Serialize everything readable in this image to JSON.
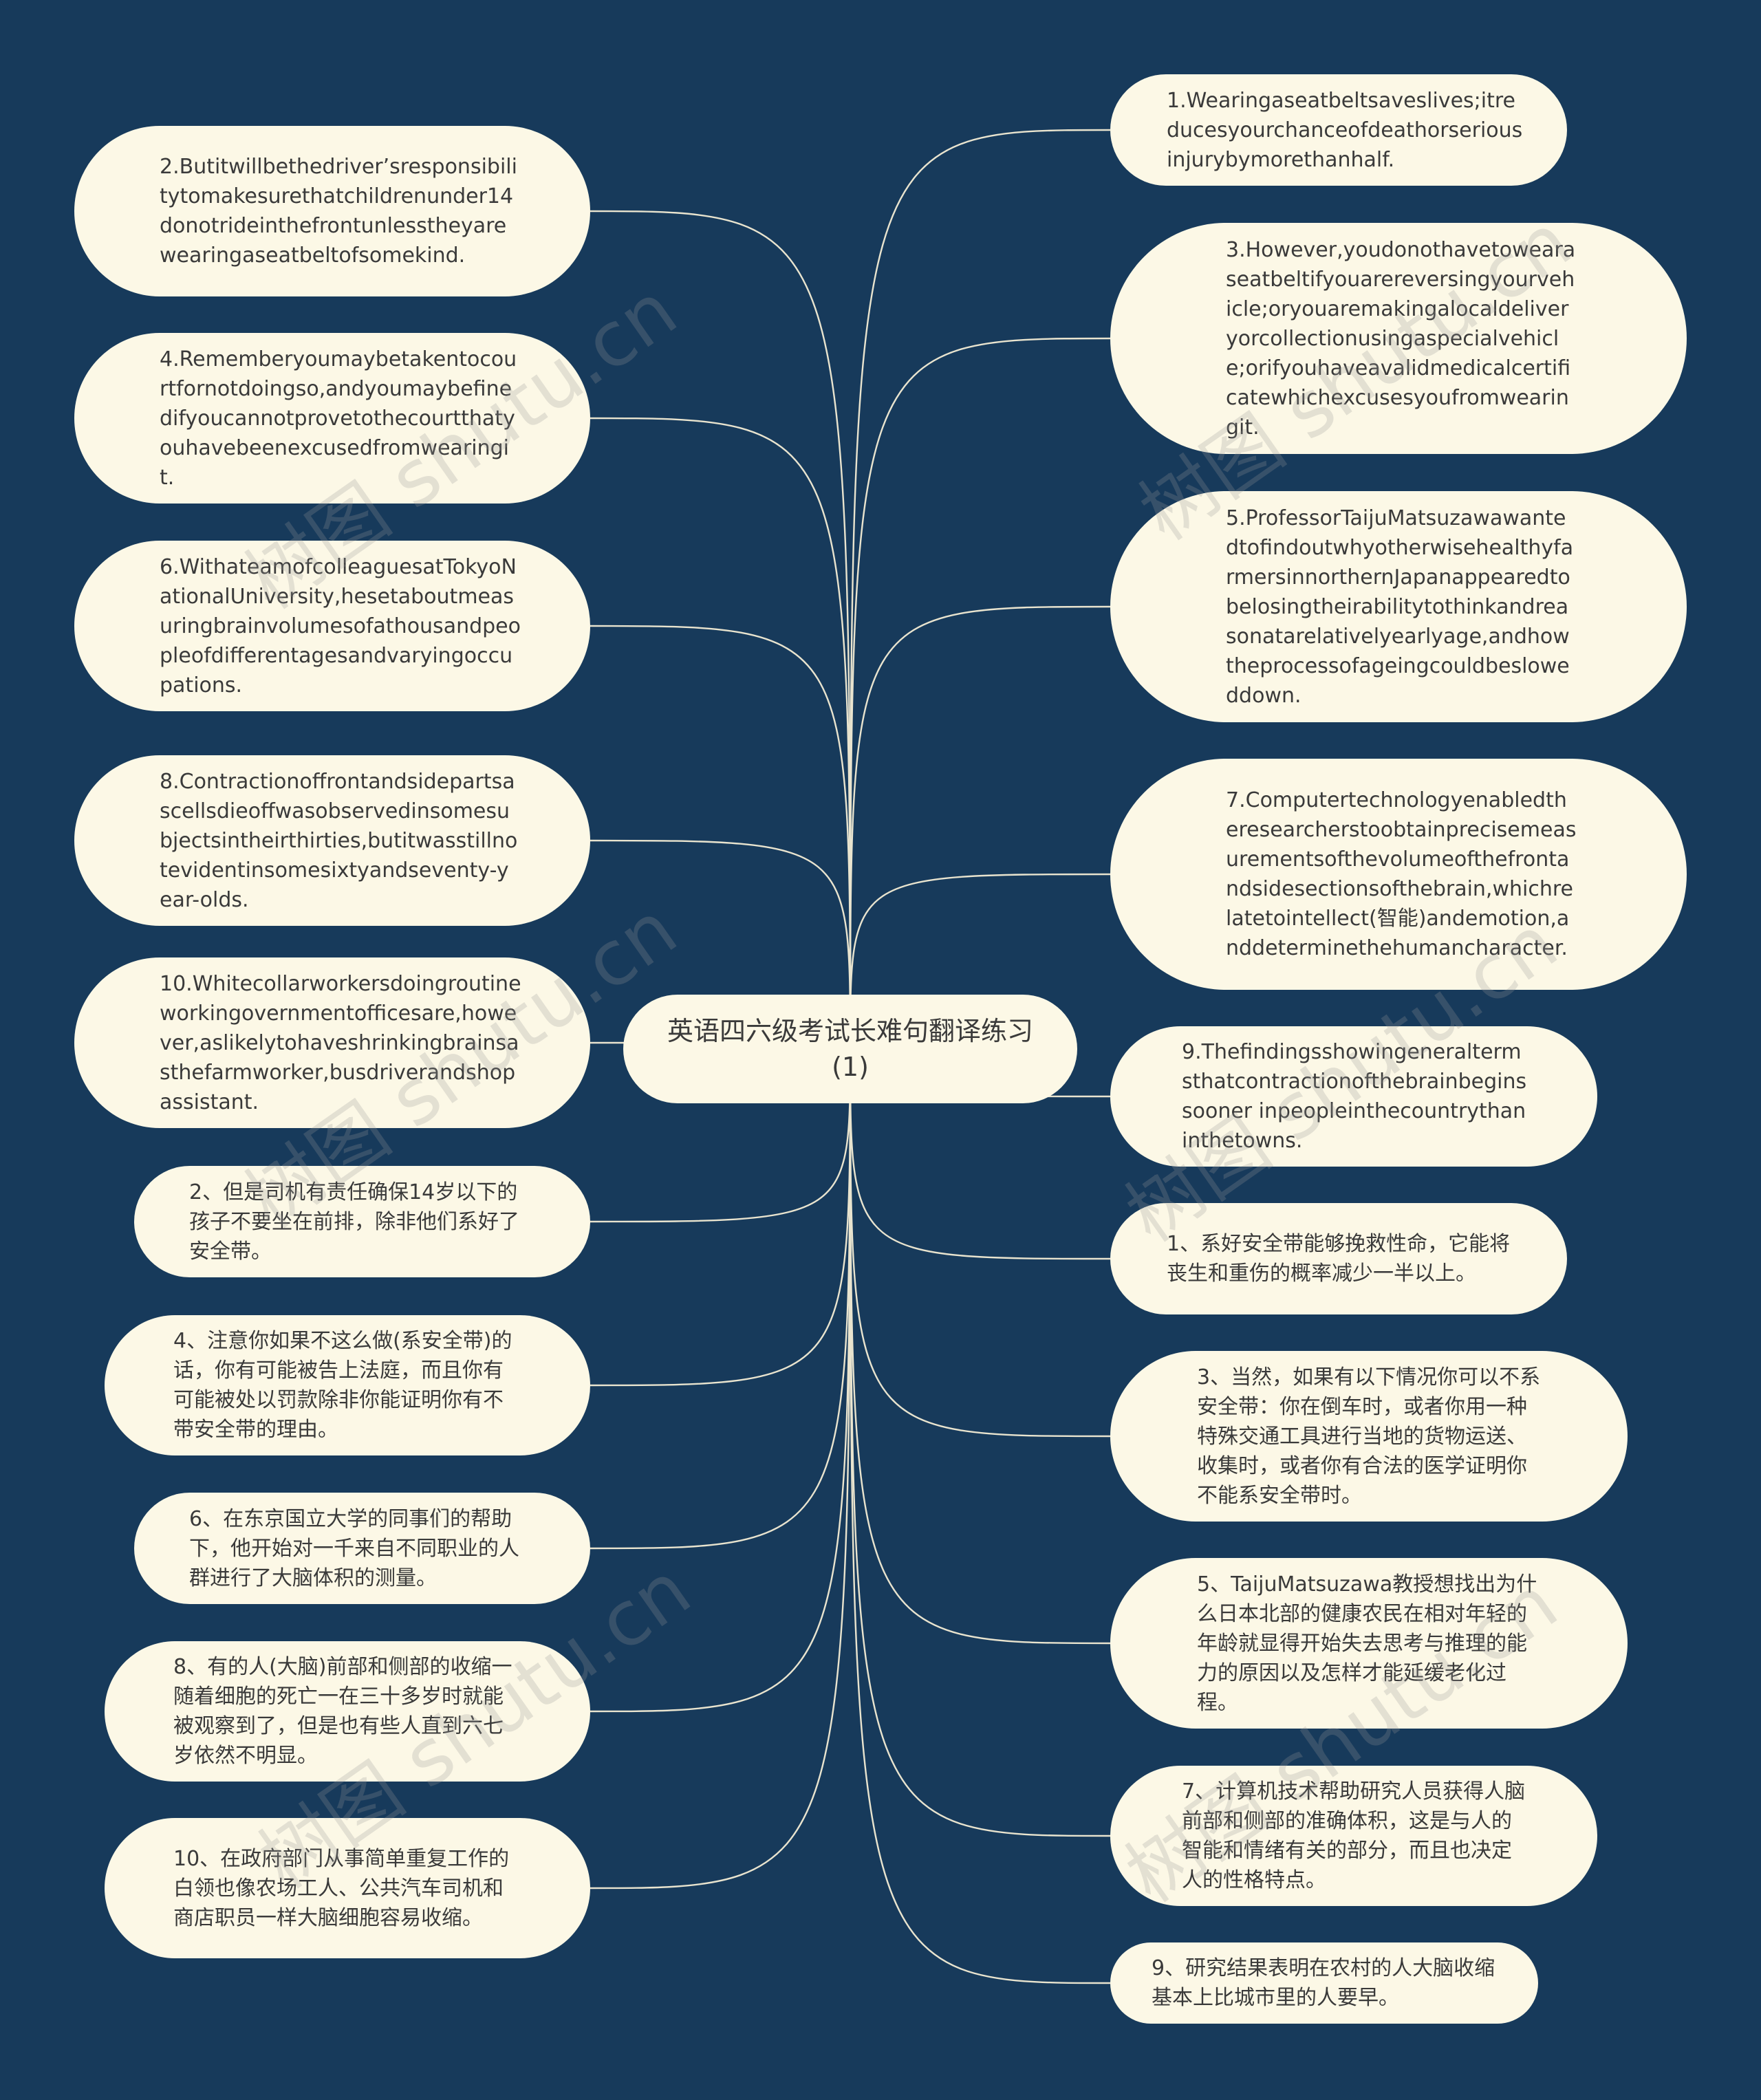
{
  "root": {
    "title": "英语四六级考试长难句翻译练习(1)"
  },
  "left_nodes": [
    "2.Butitwillbethedriver’sresponsibilitytomakesurethatchildrenunder14donotrideinthefrontunlesstheyarewearingaseatbeltofsomekind.",
    "4.Rememberyoumaybetakentocourtfornotdoingso,andyoumaybefinedifyoucannotprovetothecourtthatyouhavebeenexcusedfromwearingit.",
    "6.WithateamofcolleaguesatTokyoNationalUniversity,hesetaboutmeasuringbrainvolumesofathousandpeopleofdifferentagesandvaryingoccupations.",
    "8.Contractionoffrontandsidepartsascellsdieoffwasobservedinsomesubjectsintheirthirties,butitwasstillnotevidentinsomesixtyandseventy-year-olds.",
    "10.Whitecollarworkersdoingroutineworkingovernmentofficesare,however,aslikelytohaveshrinkingbrainsasthefarmworker,busdriverandshopassistant.",
    "2、但是司机有责任确保14岁以下的孩子不要坐在前排，除非他们系好了安全带。",
    "4、注意你如果不这么做(系安全带)的话，你有可能被告上法庭，而且你有可能被处以罚款除非你能证明你有不带安全带的理由。",
    "6、在东京国立大学的同事们的帮助下，他开始对一千来自不同职业的人群进行了大脑体积的测量。",
    "8、有的人(大脑)前部和侧部的收缩一随着细胞的死亡一在三十多岁时就能被观察到了，但是也有些人直到六七岁依然不明显。",
    "10、在政府部门从事简单重复工作的白领也像农场工人、公共汽车司机和商店职员一样大脑细胞容易收缩。"
  ],
  "right_nodes": [
    "1.Wearingaseatbeltsaveslives;itreducesyourchanceofdeathorseriousinjurybymorethanhalf.",
    "3.However,youdonothavetowearaseatbeltifyouarereversingyourvehicle;oryouaremakingalocaldeliveryorcollectionusingaspecialvehicle;orifyouhaveavalidmedicalcertificatewhichexcusesyoufromwearingit.",
    "5.ProfessorTaijuMatsuzawawantedtofindoutwhyotherwisehealthyfarmersinnorthernJapanappearedtobelosingtheirabilitytothinkandreasonatarelativelyearlyage,andhowtheprocessofageingcouldbesloweddown.",
    "7.Computertechnologyenabledtheresearcherstoobtainprecisemeasurementsofthevolumeofthefrontandsidesectionsofthebrain,whichrelatetointellect(智能)andemotion,anddeterminethehumancharacter.",
    "9.Thefindingsshowingeneraltermsthatcontractionofthebrainbeginssooner inpeopleinthecountrythaninthetowns.",
    "1、系好安全带能够挽救性命，它能将丧生和重伤的概率减少一半以上。",
    "3、当然，如果有以下情况你可以不系安全带：你在倒车时，或者你用一种特殊交通工具进行当地的货物运送、收集时，或者你有合法的医学证明你不能系安全带时。",
    "5、TaijuMatsuzawa教授想找出为什么日本北部的健康农民在相对年轻的年龄就显得开始失去思考与推理的能力的原因以及怎样才能延缓老化过程。",
    "7、计算机技术帮助研究人员获得人脑前部和侧部的准确体积，这是与人的智能和情绪有关的部分，而且也决定人的性格特点。",
    "9、研究结果表明在农村的人大脑收缩基本上比城市里的人要早。"
  ],
  "colors": {
    "background": "#173a5b",
    "node": "#fcf8e6",
    "text": "#3a3a3a",
    "line": "#e9e4cf"
  },
  "watermark": "树图 shutu.cn"
}
